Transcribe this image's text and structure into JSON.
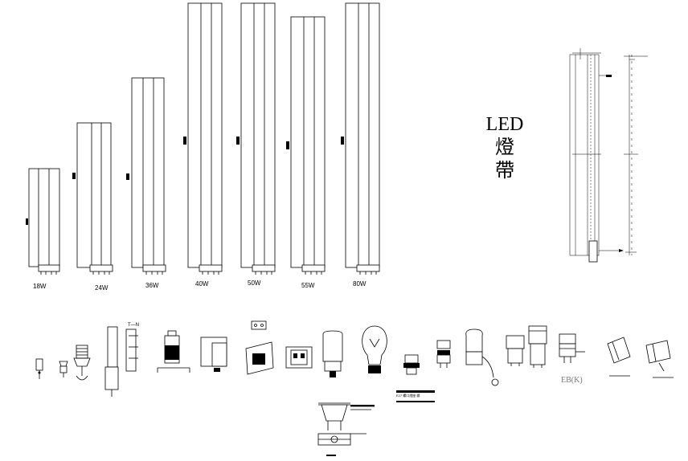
{
  "title": {
    "line1": "LED",
    "line2": "燈",
    "line3": "帶"
  },
  "tubes": [
    {
      "label": "18W"
    },
    {
      "label": "24W"
    },
    {
      "label": "36W"
    },
    {
      "label": "40W"
    },
    {
      "label": "50W"
    },
    {
      "label": "55W"
    },
    {
      "label": "80W"
    }
  ],
  "fittings": {
    "tn_label": "T—N",
    "eb_label": "EB(K)",
    "small_caption": "E27 螺口燈座 鋼"
  },
  "colors": {
    "line": "#000000",
    "background": "#ffffff",
    "eb_text": "#777777"
  }
}
